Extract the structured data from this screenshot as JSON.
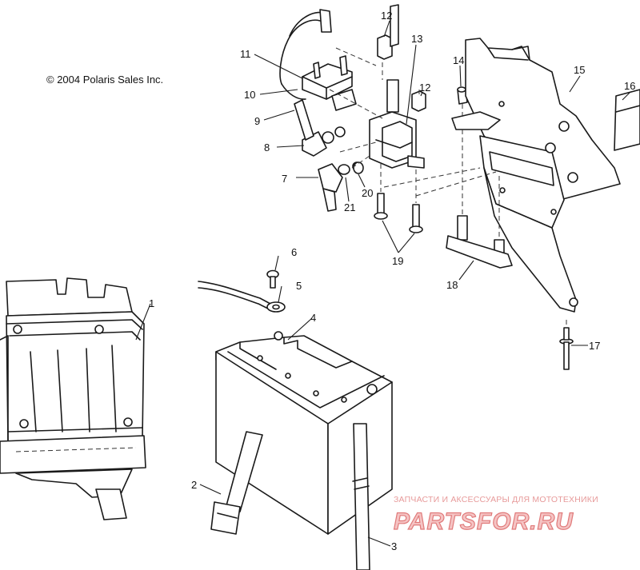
{
  "copyright": "© 2004 Polaris Sales Inc.",
  "watermark": {
    "tagline": "ЗАПЧАСТИ И АКСЕССУАРЫ ДЛЯ МОТОТЕХНИКИ",
    "brand": "PARTSFOR.RU"
  },
  "callouts": [
    "1",
    "2",
    "3",
    "4",
    "5",
    "6",
    "7",
    "8",
    "9",
    "10",
    "11",
    "12",
    "12",
    "13",
    "14",
    "15",
    "16",
    "17",
    "18",
    "19",
    "20",
    "21"
  ]
}
